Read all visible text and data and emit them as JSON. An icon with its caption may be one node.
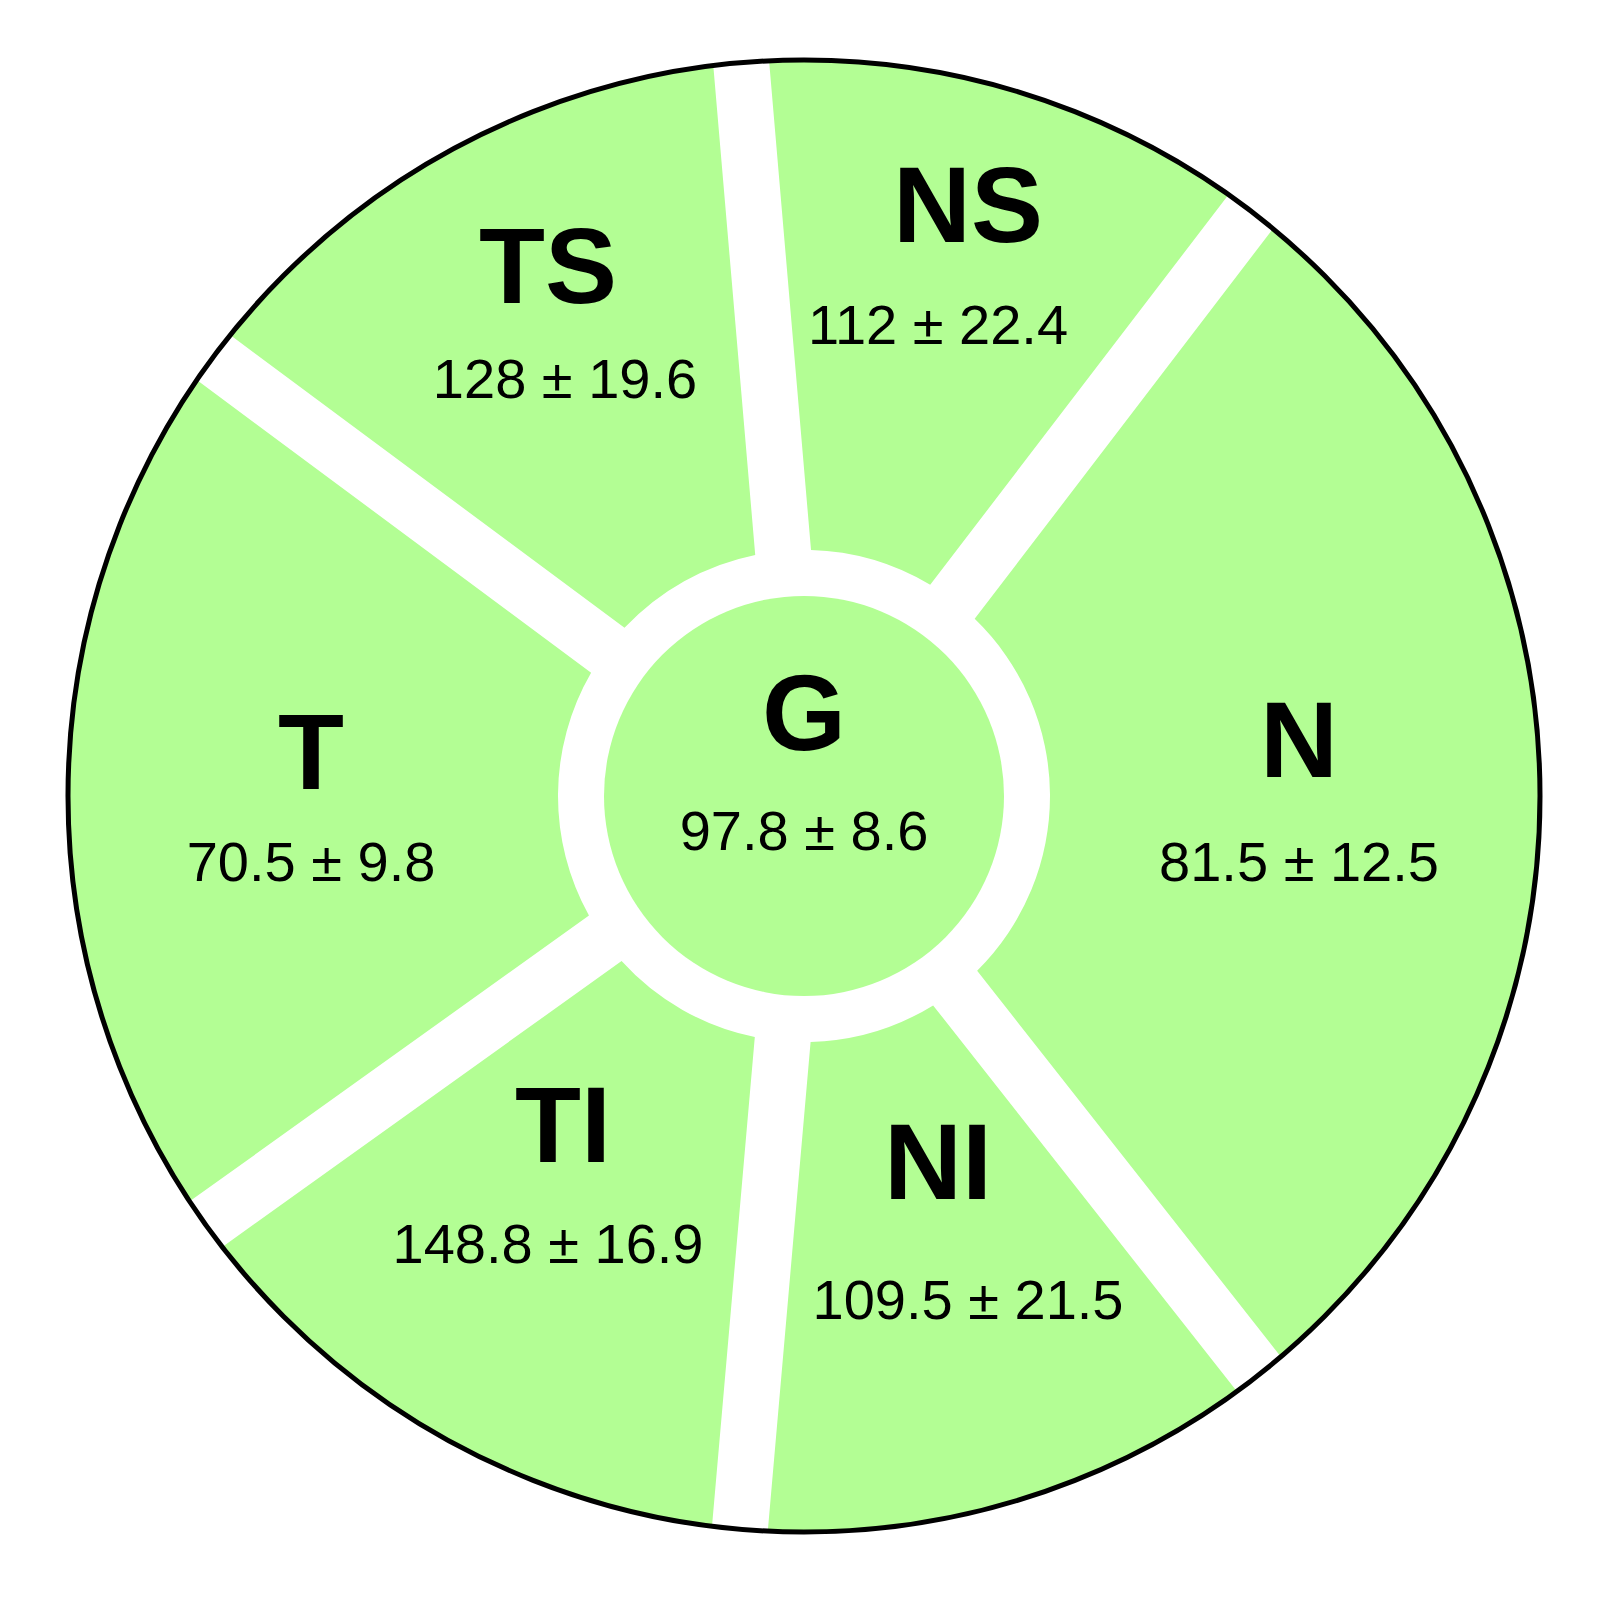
{
  "diagram": {
    "nodes": [
      {
        "text": [
          "TS",
          "128 ± 19.6"
        ]
      },
      {
        "text": [
          "NS",
          "112 ± 22.4"
        ]
      },
      {
        "text": [
          "T",
          "70.5 ± 9.8"
        ]
      },
      {
        "text": [
          "G",
          "97.8 ± 8.6"
        ]
      },
      {
        "text": [
          "N",
          "81.5 ± 12.5"
        ]
      },
      {
        "text": [
          "TI",
          "148.8 ± 16.9"
        ]
      },
      {
        "text": [
          "NI",
          "109.5 ± 21.5"
        ]
      }
    ]
  }
}
